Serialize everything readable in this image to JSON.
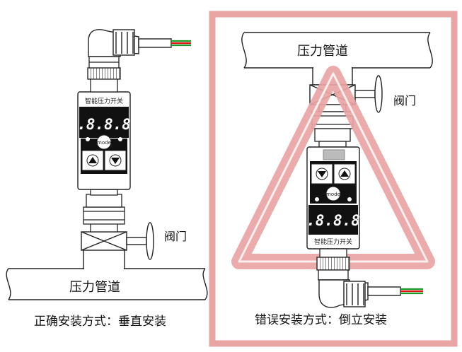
{
  "left": {
    "pipe_label": "压力管道",
    "valve_label": "阀门",
    "device_title": "智能压力开关",
    "display": "8.8.8.8.",
    "mode_label": "mode",
    "caption": "正确安装方式：垂直安装"
  },
  "right": {
    "pipe_label": "压力管道",
    "valve_label": "阀门",
    "device_title": "智能压力开关",
    "display": "8.8.8.8.",
    "mode_label": "mode",
    "caption": "错误安装方式：倒立安装"
  },
  "colors": {
    "warning_frame": "#e9a4a4",
    "warning_triangle": "#e9a4a4",
    "display_bg": "#111111",
    "cable_red": "#d11",
    "cable_green": "#1a9a2a"
  },
  "icons": [
    "up-arrow-icon",
    "down-arrow-icon",
    "mode-button-icon",
    "warning-triangle-icon"
  ]
}
